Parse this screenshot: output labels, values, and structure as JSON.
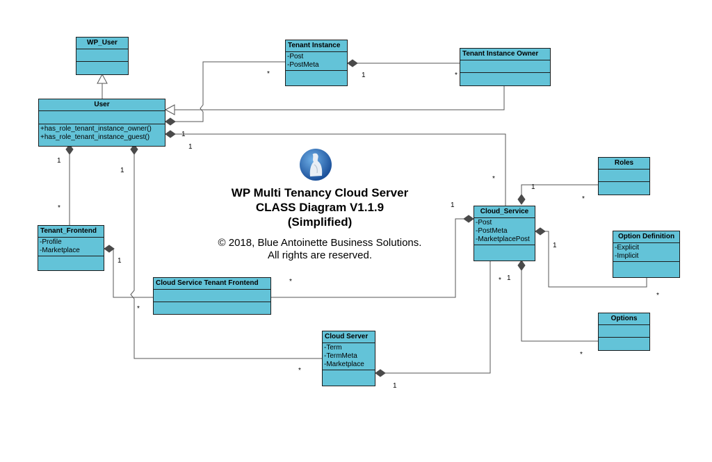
{
  "title": {
    "line1": "WP Multi Tenancy Cloud Server",
    "line2": "CLASS Diagram V1.1.9",
    "line3": "(Simplified)",
    "copyright": "© 2018, Blue Antoinette Business Solutions.",
    "rights": "All rights are reserved."
  },
  "classes": {
    "wp_user": {
      "name": "WP_User",
      "attributes": [],
      "operations": []
    },
    "user": {
      "name": "User",
      "attributes": [],
      "operations": [
        "+has_role_tenant_instance_owner()",
        "+has_role_tenant_instance_guest()"
      ]
    },
    "tenant_instance": {
      "name": "Tenant Instance",
      "attributes": [
        "-Post",
        "-PostMeta"
      ],
      "operations": []
    },
    "tenant_instance_owner": {
      "name": "Tenant Instance Owner",
      "attributes": [],
      "operations": []
    },
    "tenant_frontend": {
      "name": "Tenant_Frontend",
      "attributes": [
        "-Profile",
        "-Marketplace"
      ],
      "operations": []
    },
    "cloud_service_tenant_frontend": {
      "name": "Cloud Service Tenant Frontend",
      "attributes": [],
      "operations": []
    },
    "cloud_service": {
      "name": "Cloud_Service",
      "attributes": [
        "-Post",
        "-PostMeta",
        "-MarketplacePost"
      ],
      "operations": []
    },
    "roles": {
      "name": "Roles",
      "attributes": [],
      "operations": []
    },
    "option_definition": {
      "name": "Option Definition",
      "attributes": [
        "-Explicit",
        "-Implicit"
      ],
      "operations": []
    },
    "options": {
      "name": "Options",
      "attributes": [],
      "operations": []
    },
    "cloud_server": {
      "name": "Cloud Server",
      "attributes": [
        "-Term",
        "-TermMeta",
        "-Marketplace"
      ],
      "operations": []
    }
  },
  "multiplicities": {
    "one": "1",
    "many": "*"
  },
  "colors": {
    "class_fill": "#63c3d8",
    "line": "#555555",
    "border": "#1b1b1b"
  },
  "logo_icon": "marble-statue-logo"
}
